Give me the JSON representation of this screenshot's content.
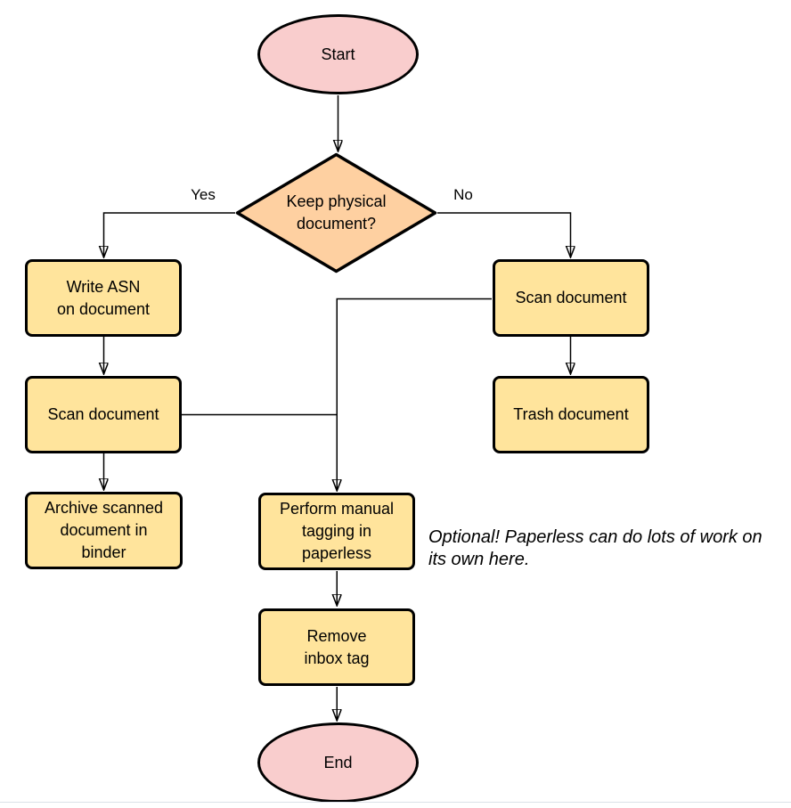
{
  "diagram": {
    "type": "flowchart",
    "background": "#ffffff",
    "nodes": {
      "start": {
        "label": "Start",
        "shape": "ellipse",
        "fill": "#f9cdcd"
      },
      "decision": {
        "label": "Keep physical\ndocument?",
        "shape": "diamond",
        "fill": "#fed0a1"
      },
      "write_asn": {
        "label": "Write ASN\non document",
        "shape": "rounded-rect",
        "fill": "#ffe49c"
      },
      "scan_left": {
        "label": "Scan document",
        "shape": "rounded-rect",
        "fill": "#ffe49c"
      },
      "archive": {
        "label": "Archive scanned\ndocument in\nbinder",
        "shape": "rounded-rect",
        "fill": "#ffe49c"
      },
      "scan_right": {
        "label": "Scan document",
        "shape": "rounded-rect",
        "fill": "#ffe49c"
      },
      "trash": {
        "label": "Trash document",
        "shape": "rounded-rect",
        "fill": "#ffe49c"
      },
      "tagging": {
        "label": "Perform manual\ntagging in\npaperless",
        "shape": "rounded-rect",
        "fill": "#ffe49c"
      },
      "remove_inbox": {
        "label": "Remove\ninbox tag",
        "shape": "rounded-rect",
        "fill": "#ffe49c"
      },
      "end": {
        "label": "End",
        "shape": "ellipse",
        "fill": "#f9cdcd"
      }
    },
    "edge_labels": {
      "yes": "Yes",
      "no": "No"
    },
    "edges": [
      {
        "from": "start",
        "to": "decision",
        "label": ""
      },
      {
        "from": "decision",
        "to": "write_asn",
        "label": "Yes"
      },
      {
        "from": "decision",
        "to": "scan_right",
        "label": "No"
      },
      {
        "from": "write_asn",
        "to": "scan_left",
        "label": ""
      },
      {
        "from": "scan_left",
        "to": "archive",
        "label": ""
      },
      {
        "from": "scan_left",
        "to": "tagging",
        "label": ""
      },
      {
        "from": "scan_right",
        "to": "trash",
        "label": ""
      },
      {
        "from": "scan_right",
        "to": "tagging",
        "label": ""
      },
      {
        "from": "tagging",
        "to": "remove_inbox",
        "label": ""
      },
      {
        "from": "remove_inbox",
        "to": "end",
        "label": ""
      }
    ],
    "annotation": "Optional! Paperless can do lots of work on\nits own here.",
    "colors": {
      "stroke": "#000000",
      "terminator_fill": "#f9cdcd",
      "decision_fill": "#fed0a1",
      "process_fill": "#ffe49c",
      "bottom_edge_line": "#dbe2e8"
    }
  }
}
